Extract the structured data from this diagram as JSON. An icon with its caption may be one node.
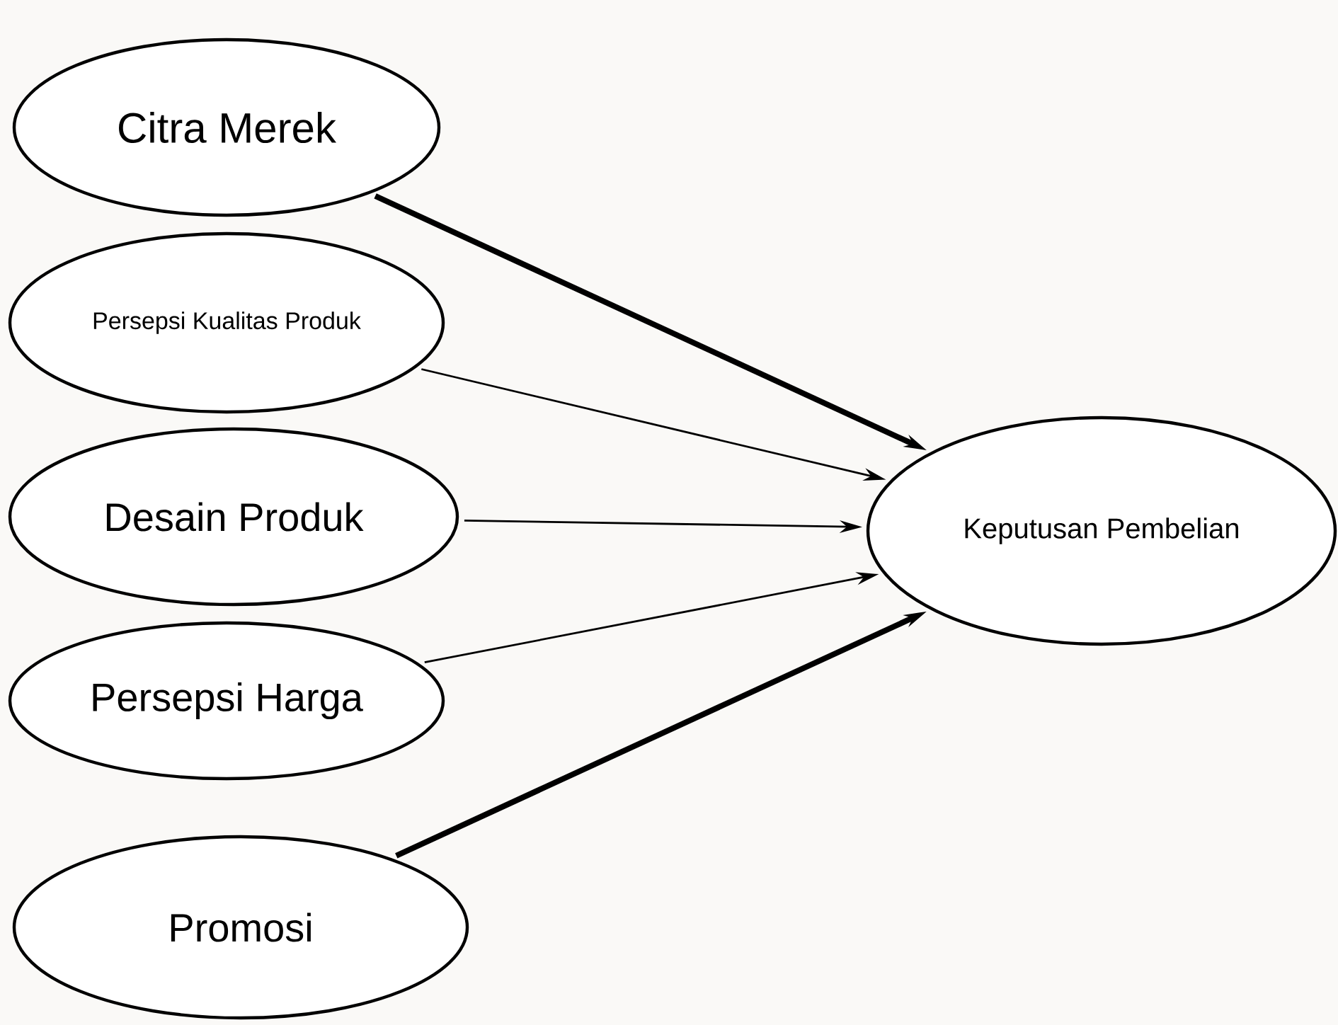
{
  "diagram": {
    "nodes": [
      {
        "text": [
          "Citra Merek"
        ]
      },
      {
        "text": [
          "Persepsi Kualitas Produk"
        ]
      },
      {
        "text": [
          "Desain Produk"
        ]
      },
      {
        "text": [
          "Persepsi Harga"
        ]
      },
      {
        "text": [
          "Promosi"
        ]
      },
      {
        "text": [
          "Keputusan Pembelian"
        ]
      }
    ],
    "edges": [
      {
        "from": 0,
        "to": 5,
        "arrow": "to",
        "style": "thick"
      },
      {
        "from": 1,
        "to": 5,
        "arrow": "to"
      },
      {
        "from": 2,
        "to": 5,
        "arrow": "to"
      },
      {
        "from": 3,
        "to": 5,
        "arrow": "to"
      },
      {
        "from": 4,
        "to": 5,
        "arrow": "to",
        "style": "thick"
      }
    ]
  }
}
